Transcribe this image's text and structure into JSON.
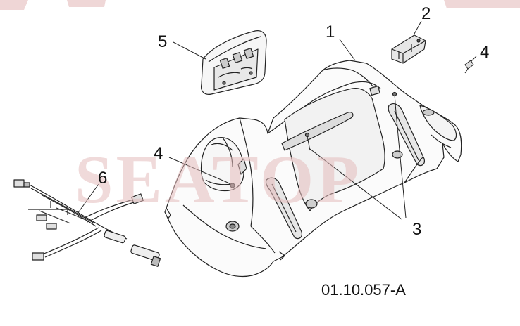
{
  "watermark": {
    "text": "SEATOP",
    "color": "#e5bcbc"
  },
  "callouts": {
    "part_1": "1",
    "part_2": "2",
    "part_3": "3",
    "part_4_top": "4",
    "part_4_left": "4",
    "part_5": "5",
    "part_6": "6"
  },
  "document_number": "01.10.057-A",
  "icons": {
    "hood": "fender-hood-icon",
    "switch_box": "switch-block-icon",
    "instrument_panel": "instrument-panel-icon",
    "screw": "screw-icon",
    "harness": "wiring-harness-icon"
  }
}
